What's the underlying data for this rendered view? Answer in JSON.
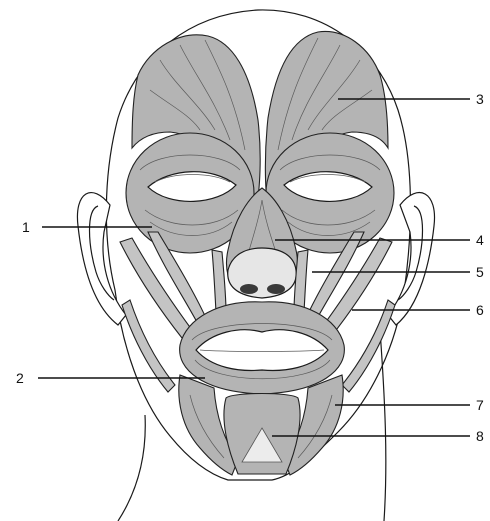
{
  "colors": {
    "muscle": "#b4b4b4",
    "muscle_light": "#c8c8c8",
    "outline": "#1a1a1a",
    "background": "#ffffff",
    "nostril": "#3a3a3a"
  },
  "labels": [
    {
      "id": "1",
      "text": "1"
    },
    {
      "id": "2",
      "text": "2"
    },
    {
      "id": "3",
      "text": "3"
    },
    {
      "id": "4",
      "text": "4"
    },
    {
      "id": "5",
      "text": "5"
    },
    {
      "id": "6",
      "text": "6"
    },
    {
      "id": "7",
      "text": "7"
    },
    {
      "id": "8",
      "text": "8"
    }
  ]
}
